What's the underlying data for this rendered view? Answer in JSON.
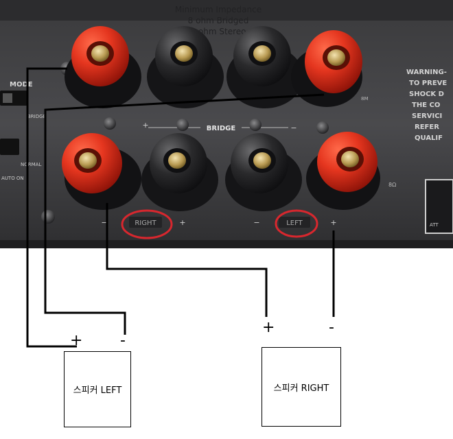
{
  "panel": {
    "header_line1": "Minimum Impedance",
    "header_line2": "8 ohm Bridged",
    "header_line3": "4 ohm Stereo",
    "bridge_label": "BRIDGE",
    "mode_label": "MODE",
    "mode_sublabel": "BRIDGE",
    "normal_label": "NORMAL",
    "auto_on_label": "AUTO ON",
    "terminal_right": "RIGHT",
    "terminal_left": "LEFT",
    "warning": {
      "line1": "WARNING-",
      "line2": "TO PREVE",
      "line3": "SHOCK D",
      "line4": "THE CO",
      "line5": "SERVICI",
      "line6": "REFER",
      "line7": "QUALIF"
    },
    "side_tag_top": "8M",
    "side_tag_bottom": "8Ω",
    "att_label": "ATT",
    "minus_symbol": "−",
    "plus_symbol": "+"
  },
  "annotation_colors": {
    "circle": "#d8272e",
    "wire": "#000000"
  },
  "speakers": [
    {
      "label": "스피커 LEFT",
      "plus": "+",
      "minus": "-"
    },
    {
      "label": "스피커 RIGHT",
      "plus": "+",
      "minus": "-"
    }
  ]
}
